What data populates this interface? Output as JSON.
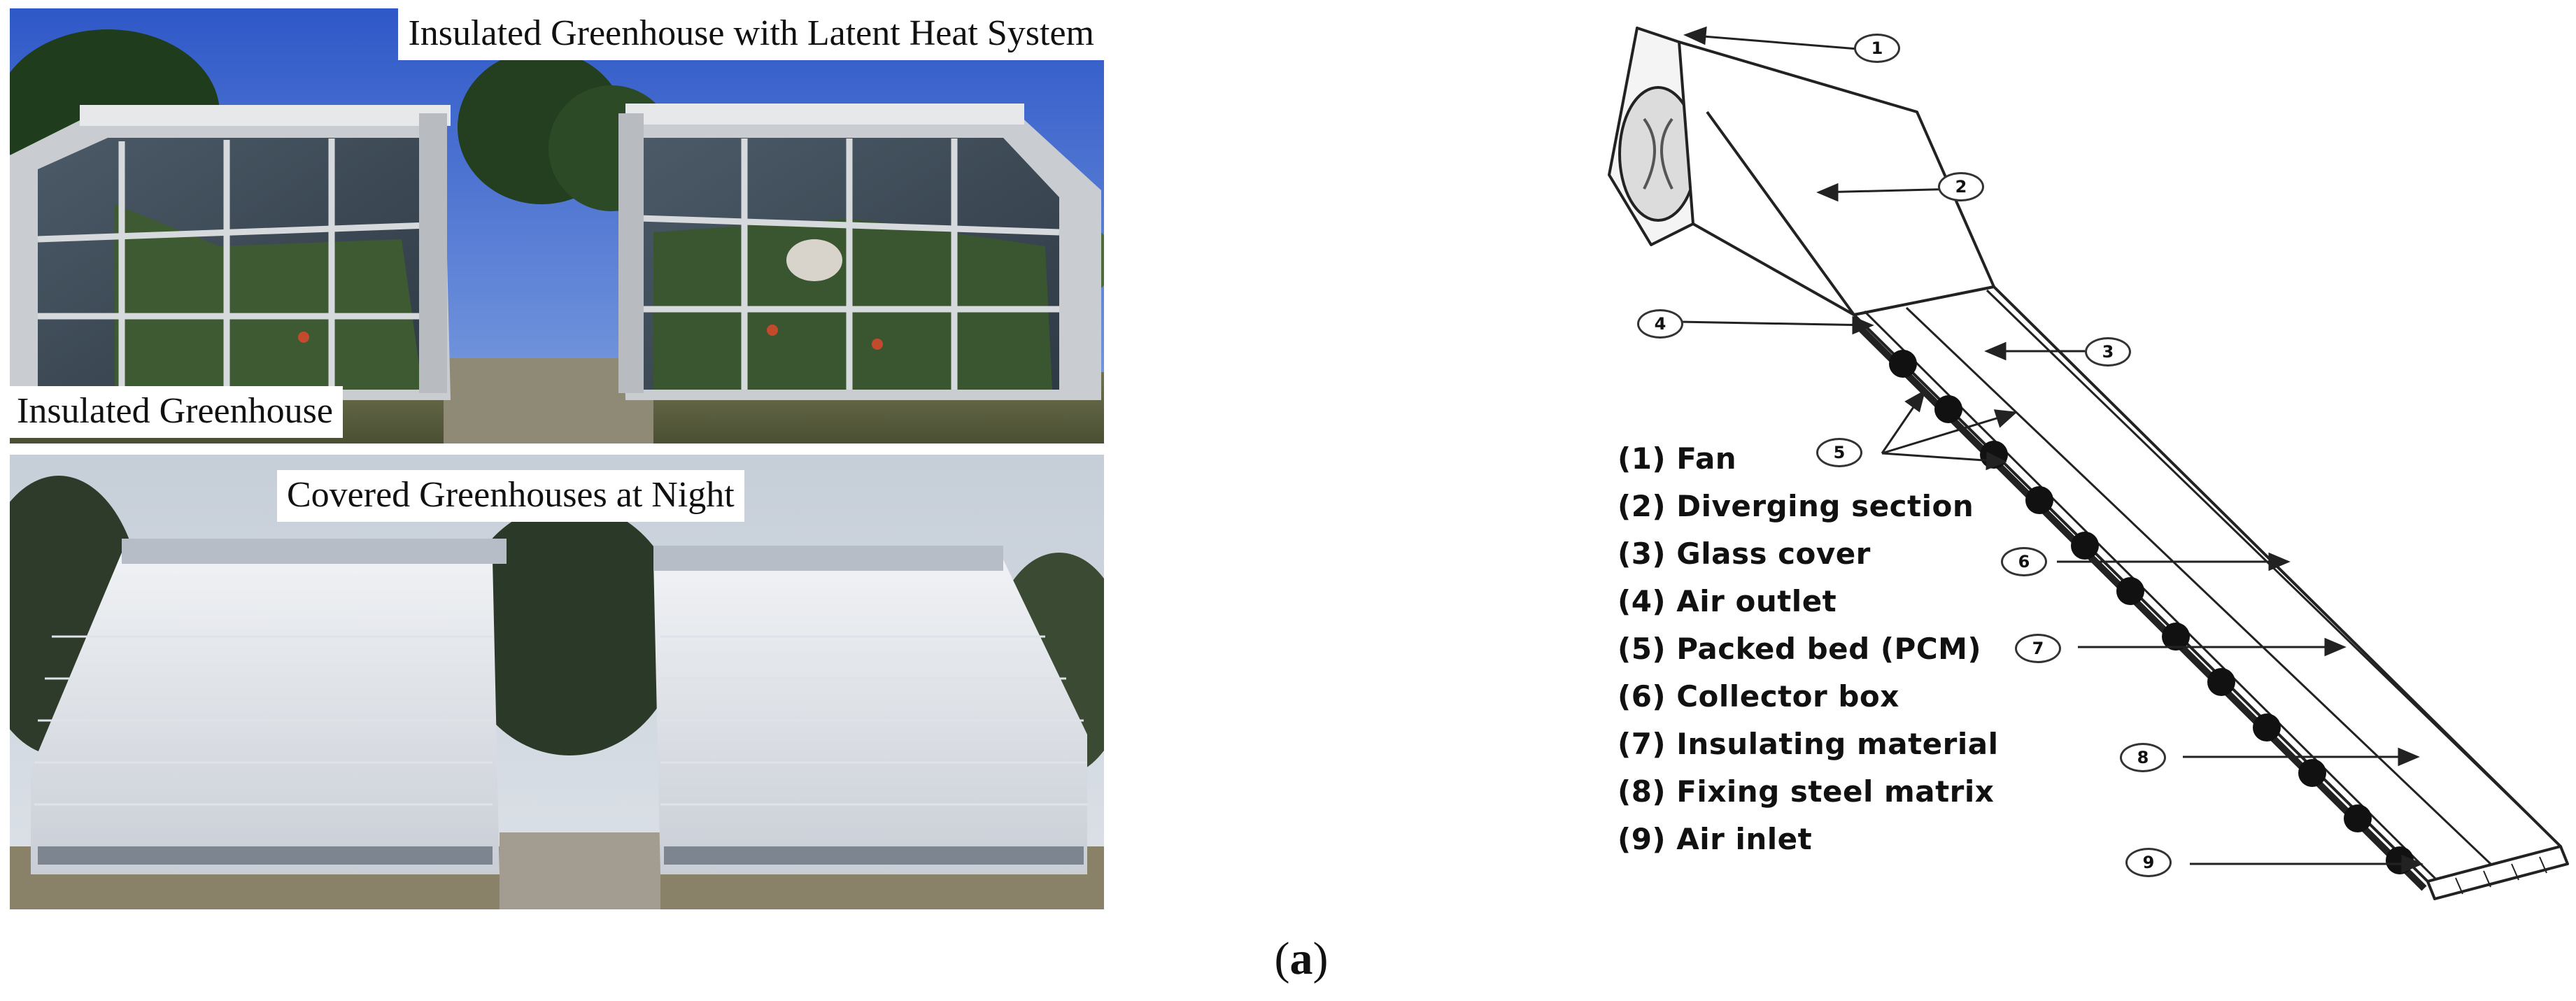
{
  "photos": {
    "top": {
      "title": "Insulated Greenhouse with Latent Heat System",
      "left_label": "Insulated Greenhouse"
    },
    "bottom": {
      "title": "Covered Greenhouses at Night"
    }
  },
  "diagram": {
    "legend": [
      "(1) Fan",
      "(2) Diverging section",
      "(3) Glass cover",
      "(4) Air outlet",
      "(5) Packed bed (PCM)",
      "(6) Collector box",
      "(7) Insulating material",
      "(8) Fixing steel matrix",
      "(9) Air inlet"
    ],
    "callouts": [
      "1",
      "2",
      "3",
      "4",
      "5",
      "6",
      "7",
      "8",
      "9"
    ]
  },
  "caption": {
    "open": "(",
    "letter": "a",
    "close": ")"
  }
}
